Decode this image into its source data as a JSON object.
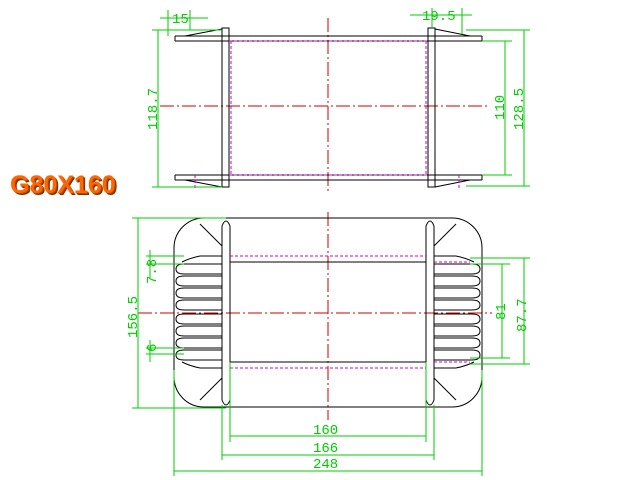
{
  "title": "G80X160",
  "colors": {
    "outline": "#000000",
    "dimension": "#00cc00",
    "centerline": "#cc0000",
    "hidden": "#cc00cc",
    "title": "#ff6600"
  },
  "dimensions": {
    "top_view": {
      "flange_left": "15",
      "flange_right": "19.5",
      "height_left": "118.7",
      "height_inner": "110",
      "height_outer": "128.5"
    },
    "front_view": {
      "height_total": "156.5",
      "gap_top": "7.8",
      "gap_bottom": "6",
      "window_inner": "81",
      "window_outer": "87.7",
      "width_inner": "160",
      "width_mid": "166",
      "width_total": "248"
    }
  }
}
